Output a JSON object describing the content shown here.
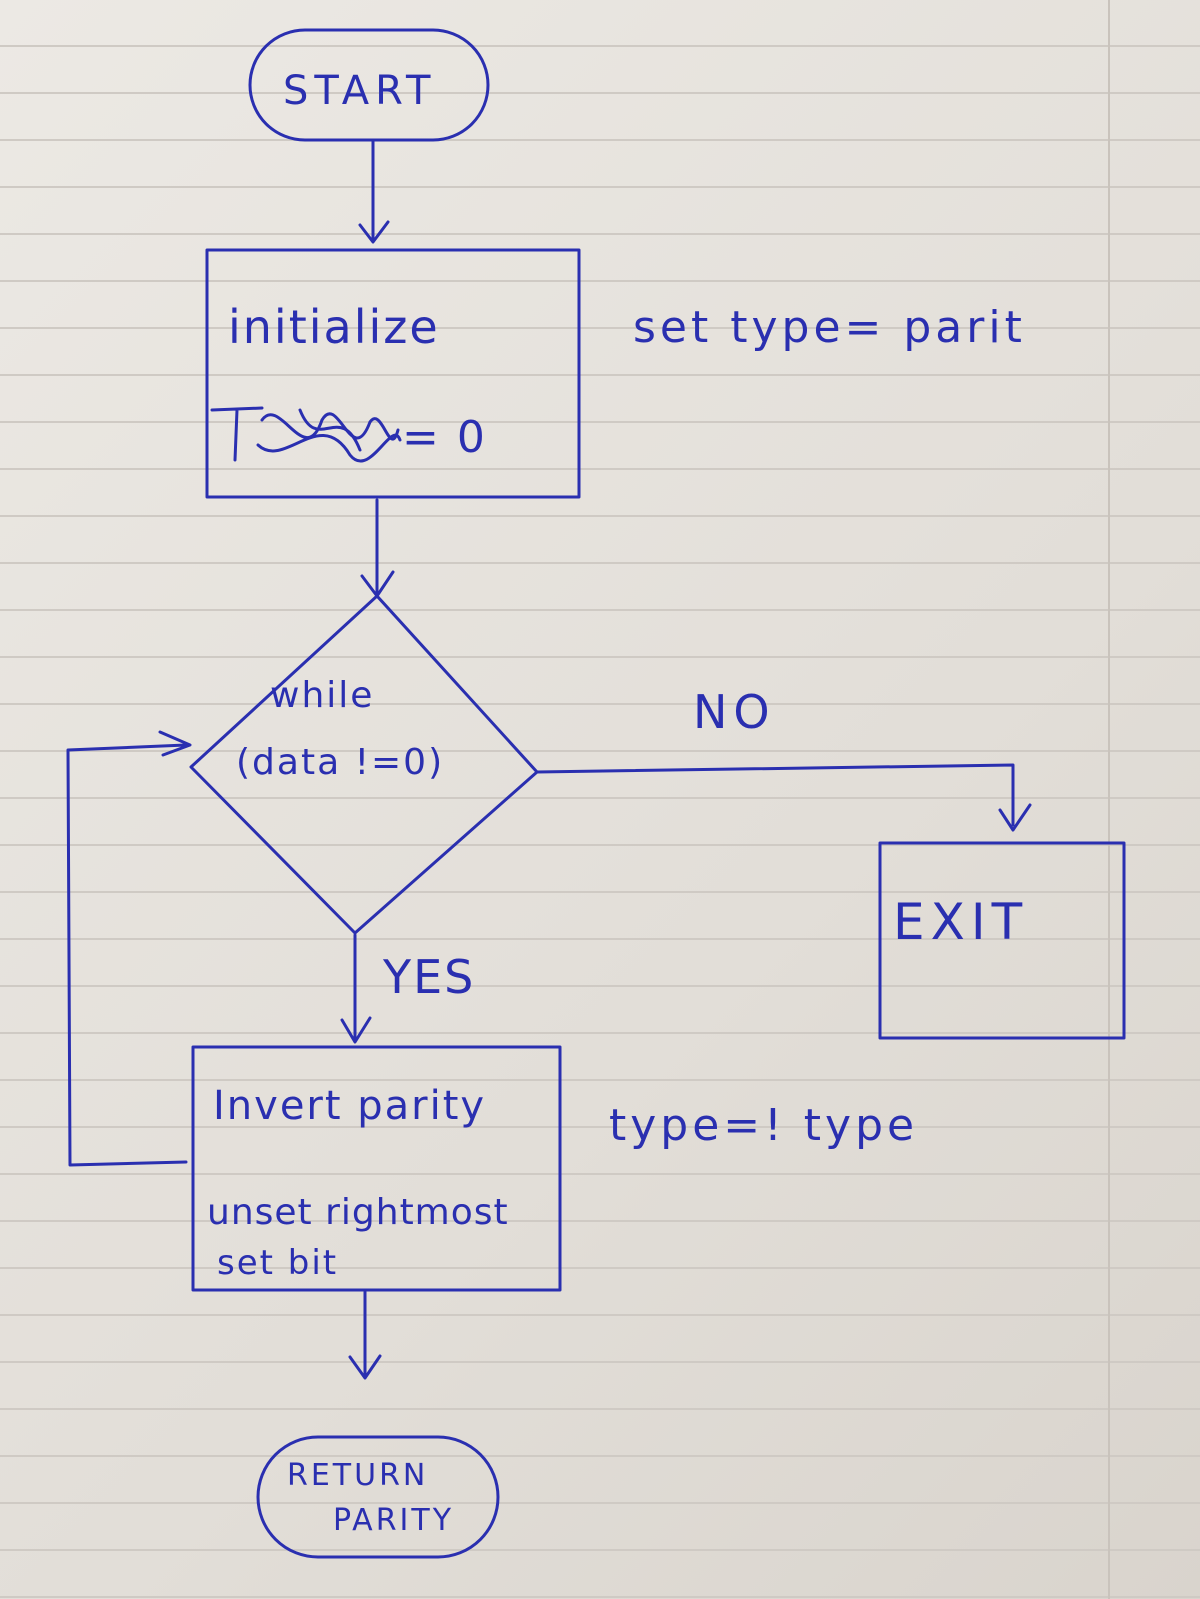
{
  "flowchart": {
    "start_label": "START",
    "init_box": {
      "line1": "initialize",
      "line2_value": "= 0"
    },
    "init_note": "set type= parit",
    "decision": {
      "line1": "while",
      "line2": "(data !=0)"
    },
    "no_label": "NO",
    "exit_label": "EXIT",
    "yes_label": "YES",
    "process_box": {
      "line1": "Invert parity",
      "line2": "unset rightmost",
      "line3": "set bit"
    },
    "process_note": "type=! type",
    "end_label": {
      "line1": "RETURN",
      "line2": "PARITY"
    }
  },
  "ink_color": "#2a2fb0"
}
